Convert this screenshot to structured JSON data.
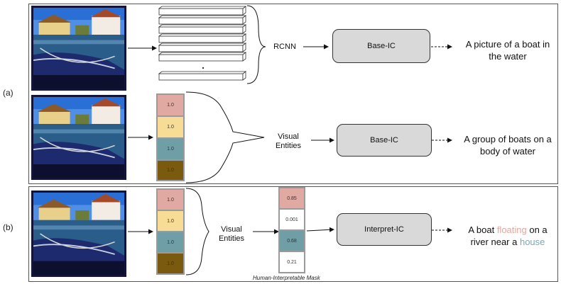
{
  "panels": {
    "a_label": "(a)",
    "b_label": "(b)"
  },
  "row1": {
    "rcnn_label": "RCNN",
    "model_label": "Base-IC",
    "caption_line1": "A picture of a boat in",
    "caption_line2": "the water"
  },
  "row2": {
    "entity_values": [
      "1.0",
      "1.0",
      "1.0",
      "1.0"
    ],
    "visual_entities_line1": "Visual",
    "visual_entities_line2": "Entities",
    "model_label": "Base-IC",
    "caption_line1": "A group of boats on a",
    "caption_line2": "body of water"
  },
  "row3": {
    "entity_values": [
      "1.0",
      "1.0",
      "1.0",
      "1.0"
    ],
    "visual_entities_line1": "Visual",
    "visual_entities_line2": "Entities",
    "mask_values": [
      "0.85",
      "0.001",
      "0.68",
      "0.21"
    ],
    "mask_title": "Human-Interpretable Mask",
    "model_label": "Interpret-IC",
    "caption": {
      "w1": "A boat ",
      "w2": "floating",
      "w3": " on a",
      "w4": "river near a ",
      "w5": "house"
    }
  },
  "colors": {
    "entity_pink": "#e0aaa3",
    "entity_yellow": "#f7dc96",
    "entity_teal": "#6f9ea6",
    "entity_brown": "#7a5a0e",
    "caption_pink": "#e0a8a0",
    "caption_blue": "#7aa9b3",
    "ic_box": "#d9d9d9"
  }
}
